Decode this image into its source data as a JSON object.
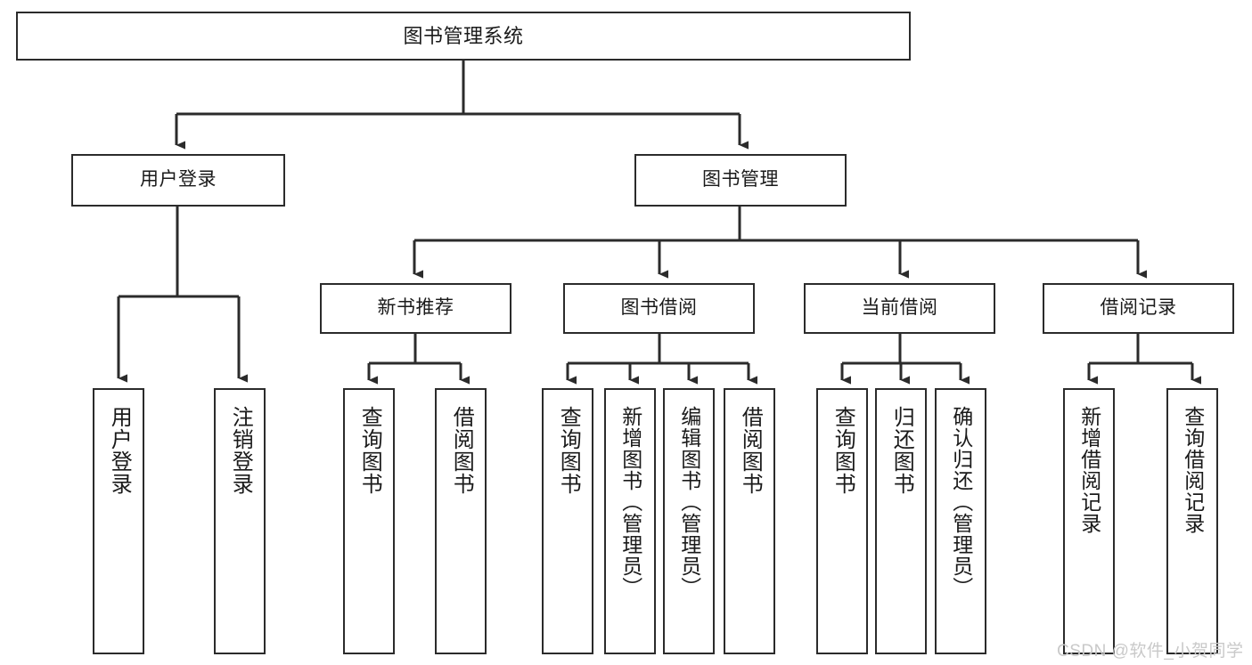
{
  "diagram": {
    "type": "tree-hierarchy-chart",
    "title": "图书管理系统",
    "orientation": "top-down",
    "line_color": "#2b2b2b",
    "box_fill": "#ffffff",
    "text_color": "#1a1a1a",
    "levels": {
      "root": {
        "label": "图书管理系统"
      },
      "level2": [
        {
          "label": "用户登录"
        },
        {
          "label": "图书管理"
        }
      ],
      "level3": [
        {
          "label": "新书推荐"
        },
        {
          "label": "图书借阅"
        },
        {
          "label": "当前借阅"
        },
        {
          "label": "借阅记录"
        }
      ],
      "leaves": {
        "user_login": [
          {
            "label": "用户登录"
          },
          {
            "label": "注销登录"
          }
        ],
        "new_book_recommend": [
          {
            "label": "查询图书"
          },
          {
            "label": "借阅图书"
          }
        ],
        "book_borrow": [
          {
            "label": "查询图书"
          },
          {
            "label": "新增图书（管理员）"
          },
          {
            "label": "编辑图书（管理员）"
          },
          {
            "label": "借阅图书"
          }
        ],
        "current_borrow": [
          {
            "label": "查询图书"
          },
          {
            "label": "归还图书"
          },
          {
            "label": "确认归还（管理员）"
          }
        ],
        "borrow_record": [
          {
            "label": "新增借阅记录"
          },
          {
            "label": "查询借阅记录"
          }
        ]
      }
    }
  },
  "watermark": {
    "text": "CSDN @软件_小贺同学",
    "color": "#c9c9c9"
  }
}
